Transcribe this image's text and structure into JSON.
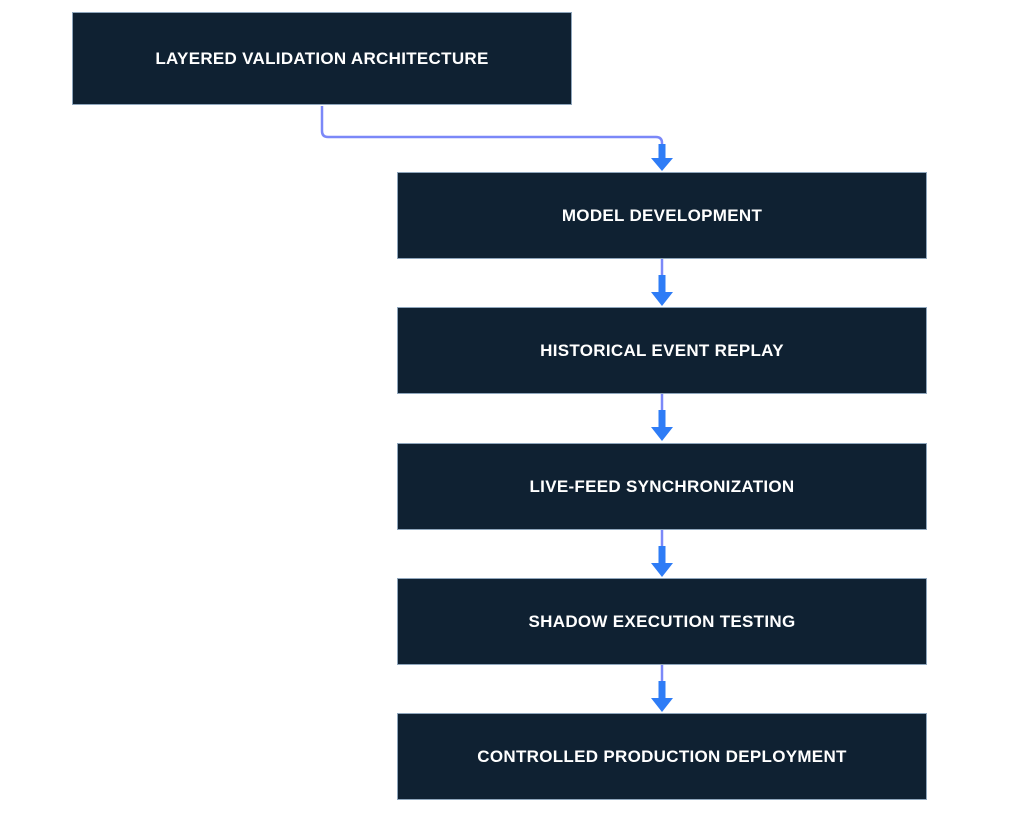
{
  "diagram": {
    "type": "flowchart",
    "direction": "top-down",
    "nodes": [
      {
        "id": "root",
        "label": "LAYERED VALIDATION ARCHITECTURE"
      },
      {
        "id": "step-1",
        "label": "MODEL DEVELOPMENT"
      },
      {
        "id": "step-2",
        "label": "HISTORICAL EVENT REPLAY"
      },
      {
        "id": "step-3",
        "label": "LIVE-FEED SYNCHRONIZATION"
      },
      {
        "id": "step-4",
        "label": "SHADOW EXECUTION TESTING"
      },
      {
        "id": "step-5",
        "label": "CONTROLLED PRODUCTION DEPLOYMENT"
      }
    ],
    "edges": [
      {
        "from": "root",
        "to": "step-1",
        "style": "elbow"
      },
      {
        "from": "step-1",
        "to": "step-2",
        "style": "straight"
      },
      {
        "from": "step-2",
        "to": "step-3",
        "style": "straight"
      },
      {
        "from": "step-3",
        "to": "step-4",
        "style": "straight"
      },
      {
        "from": "step-4",
        "to": "step-5",
        "style": "straight"
      }
    ],
    "colors": {
      "background": "#ffffff",
      "node_fill": "#0f2132",
      "node_border": "#8fa6bc",
      "node_text": "#ffffff",
      "connector_line": "#7b88f8",
      "arrowhead": "#2e7cf6"
    }
  }
}
